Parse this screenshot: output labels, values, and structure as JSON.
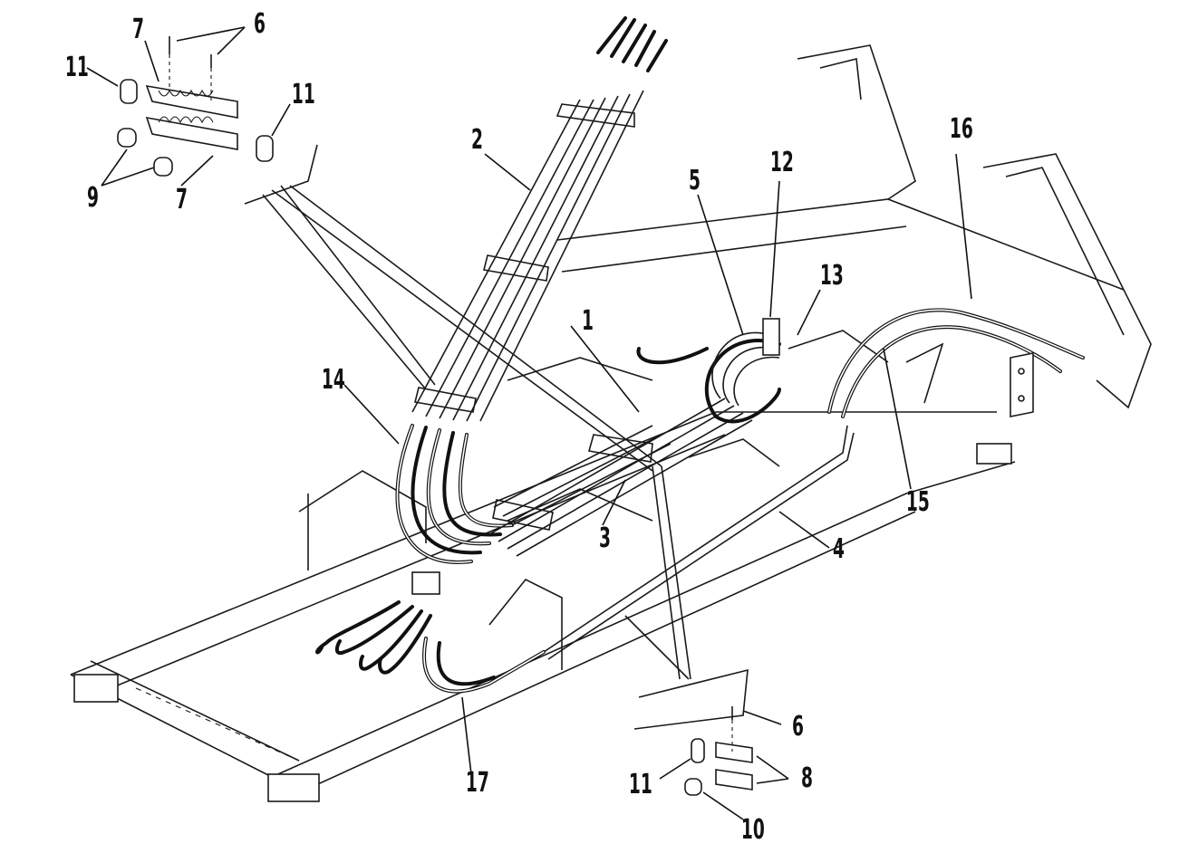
{
  "diagram": {
    "callouts": [
      {
        "id": "c1",
        "label": "1"
      },
      {
        "id": "c2",
        "label": "2"
      },
      {
        "id": "c3",
        "label": "3"
      },
      {
        "id": "c4",
        "label": "4"
      },
      {
        "id": "c5",
        "label": "5"
      },
      {
        "id": "c6a",
        "label": "6"
      },
      {
        "id": "c6b",
        "label": "6"
      },
      {
        "id": "c7a",
        "label": "7"
      },
      {
        "id": "c7b",
        "label": "7"
      },
      {
        "id": "c8",
        "label": "8"
      },
      {
        "id": "c9",
        "label": "9"
      },
      {
        "id": "c10",
        "label": "10"
      },
      {
        "id": "c11a",
        "label": "11"
      },
      {
        "id": "c11b",
        "label": "11"
      },
      {
        "id": "c11c",
        "label": "11"
      },
      {
        "id": "c12",
        "label": "12"
      },
      {
        "id": "c13",
        "label": "13"
      },
      {
        "id": "c14",
        "label": "14"
      },
      {
        "id": "c15",
        "label": "15"
      },
      {
        "id": "c16",
        "label": "16"
      },
      {
        "id": "c17",
        "label": "17"
      }
    ]
  }
}
